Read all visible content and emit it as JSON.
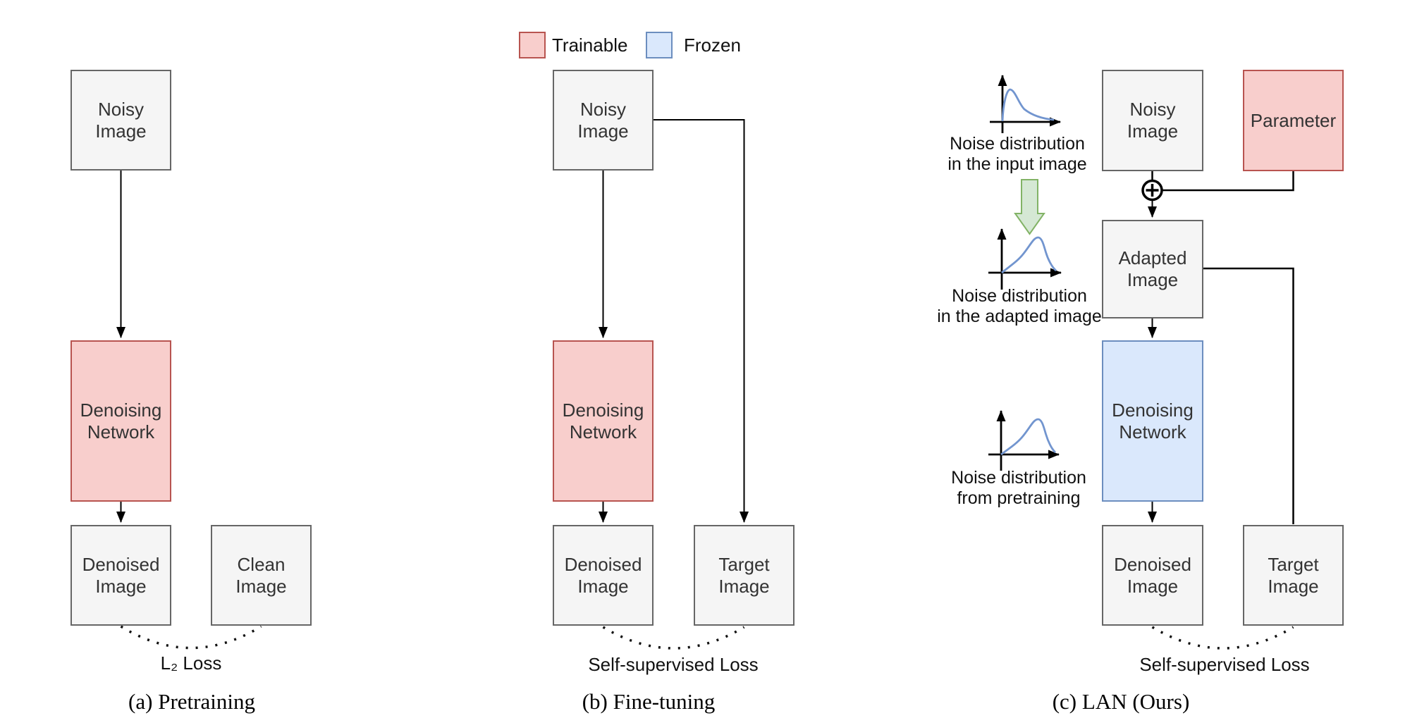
{
  "legend": {
    "trainable": "Trainable",
    "frozen": "Frozen"
  },
  "panels": {
    "a": {
      "caption": "(a) Pretraining",
      "loss_label": "L₂ Loss",
      "boxes": {
        "noisy": "Noisy\nImage",
        "network": "Denoising\nNetwork",
        "denoised": "Denoised\nImage",
        "clean": "Clean\nImage"
      }
    },
    "b": {
      "caption": "(b) Fine-tuning",
      "loss_label": "Self-supervised Loss",
      "boxes": {
        "noisy": "Noisy\nImage",
        "network": "Denoising\nNetwork",
        "denoised": "Denoised\nImage",
        "target": "Target\nImage"
      }
    },
    "c": {
      "caption": "(c) LAN (Ours)",
      "loss_label": "Self-supervised Loss",
      "boxes": {
        "noisy": "Noisy\nImage",
        "parameter": "Parameter",
        "adapted": "Adapted\nImage",
        "network": "Denoising\nNetwork",
        "denoised": "Denoised\nImage",
        "target": "Target\nImage"
      },
      "plot_labels": {
        "input": "Noise distribution\nin the input image",
        "adapted": "Noise distribution\nin the adapted image",
        "pretraining": "Noise distribution\nfrom pretraining"
      }
    }
  },
  "colors": {
    "trainable_fill": "#f8cecc",
    "trainable_stroke": "#b85450",
    "frozen_fill": "#dae8fc",
    "frozen_stroke": "#6c8ebf",
    "neutral_box_fill": "#f5f5f5",
    "neutral_box_stroke": "#666666",
    "green_arrow_fill": "#d5e8d4",
    "green_arrow_stroke": "#82b366",
    "distribution_curve": "#7295cf",
    "connector": "#000000"
  }
}
